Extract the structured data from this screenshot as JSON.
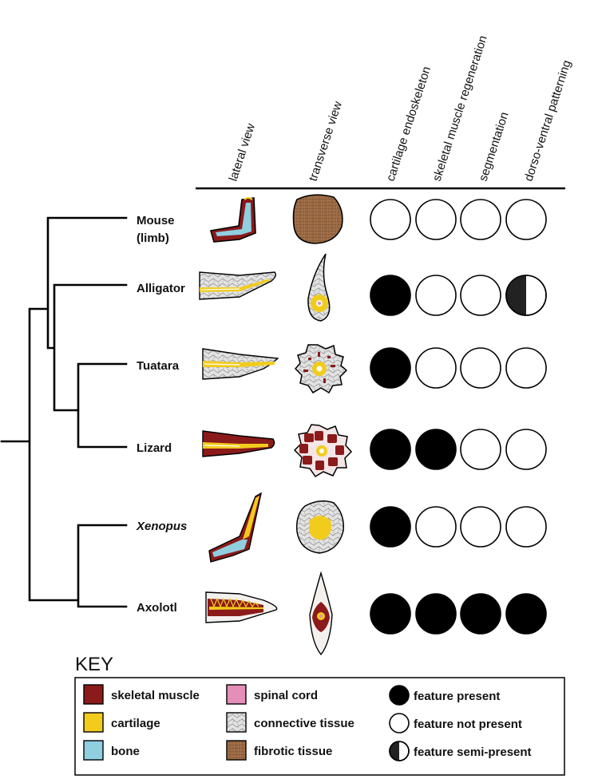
{
  "columns": [
    "lateral view",
    "transverse view",
    "cartilage endoskeleton",
    "skeletal muscle regeneration",
    "segmentation",
    "dorso-ventral patterning"
  ],
  "species": [
    {
      "label": "Mouse",
      "label2": "(limb)",
      "italic": false,
      "features": [
        "absent",
        "absent",
        "absent",
        "absent"
      ]
    },
    {
      "label": "Alligator",
      "label2": "",
      "italic": false,
      "features": [
        "present",
        "absent",
        "absent",
        "semi"
      ]
    },
    {
      "label": "Tuatara",
      "label2": "",
      "italic": false,
      "features": [
        "present",
        "absent",
        "absent",
        "absent"
      ]
    },
    {
      "label": "Lizard",
      "label2": "",
      "italic": false,
      "features": [
        "present",
        "present",
        "absent",
        "absent"
      ]
    },
    {
      "label": "Xenopus",
      "label2": "",
      "italic": true,
      "features": [
        "present",
        "absent",
        "absent",
        "absent"
      ]
    },
    {
      "label": "Axolotl",
      "label2": "",
      "italic": false,
      "features": [
        "present",
        "present",
        "present",
        "present"
      ]
    }
  ],
  "key": {
    "title": "KEY",
    "tissues": [
      {
        "label": "skeletal muscle",
        "color": "#8b1a1a",
        "pattern": "solid"
      },
      {
        "label": "cartilage",
        "color": "#f2cc1c",
        "pattern": "solid"
      },
      {
        "label": "bone",
        "color": "#8fcfe0",
        "pattern": "solid"
      },
      {
        "label": "spinal cord",
        "color": "#e58fb8",
        "pattern": "solid"
      },
      {
        "label": "connective tissue",
        "color": "#d9d9d9",
        "pattern": "scribble"
      },
      {
        "label": "fibrotic tissue",
        "color": "#9a6a44",
        "pattern": "fibrotic"
      }
    ],
    "symbols": [
      {
        "label": "feature present",
        "state": "present"
      },
      {
        "label": "feature not present",
        "state": "absent"
      },
      {
        "label": "feature semi-present",
        "state": "semi"
      }
    ]
  },
  "colors": {
    "muscle": "#8b1a1a",
    "cartilage": "#f2cc1c",
    "bone": "#8fcfe0",
    "spinal_cord": "#e58fb8",
    "connective": "#d9d9d9",
    "fibrotic": "#9a6a44",
    "fill_present": "#000000",
    "fill_absent": "#ffffff"
  }
}
